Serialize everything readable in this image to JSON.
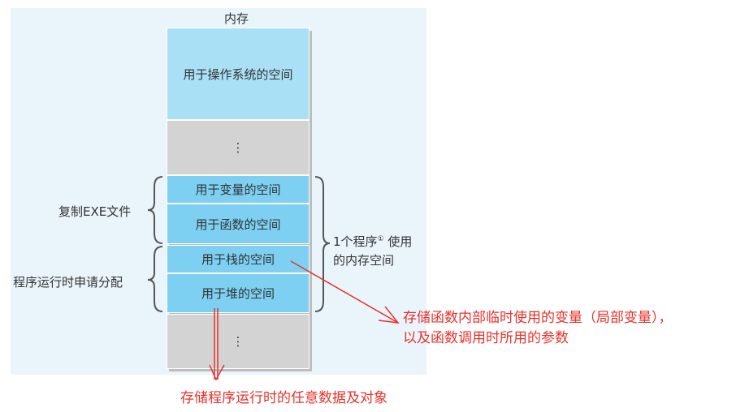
{
  "title": "内存",
  "blocks": {
    "os": "用于操作系统的空间",
    "gap1": "⋮",
    "variables": "用于变量的空间",
    "functions": "用于函数的空间",
    "stack": "用于栈的空间",
    "heap": "用于堆的空间",
    "gap2": "⋮"
  },
  "left_labels": {
    "copy_exe": "复制EXE文件",
    "runtime_alloc": "程序运行时申请分配"
  },
  "right_label": {
    "line1": "1个程序",
    "footnote": "①",
    "line1b": "使用",
    "line2": "的内存空间"
  },
  "annotations": {
    "stack_line1": "存储函数内部临时使用的变量（局部变量），",
    "stack_line2": "以及函数调用时所用的参数",
    "heap": "存储程序运行时的任意数据及对象"
  },
  "colors": {
    "os": "#a9e0f6",
    "program": "#7dd0f2",
    "gap": "#d3d3d3",
    "annotation": "#e8312a"
  }
}
